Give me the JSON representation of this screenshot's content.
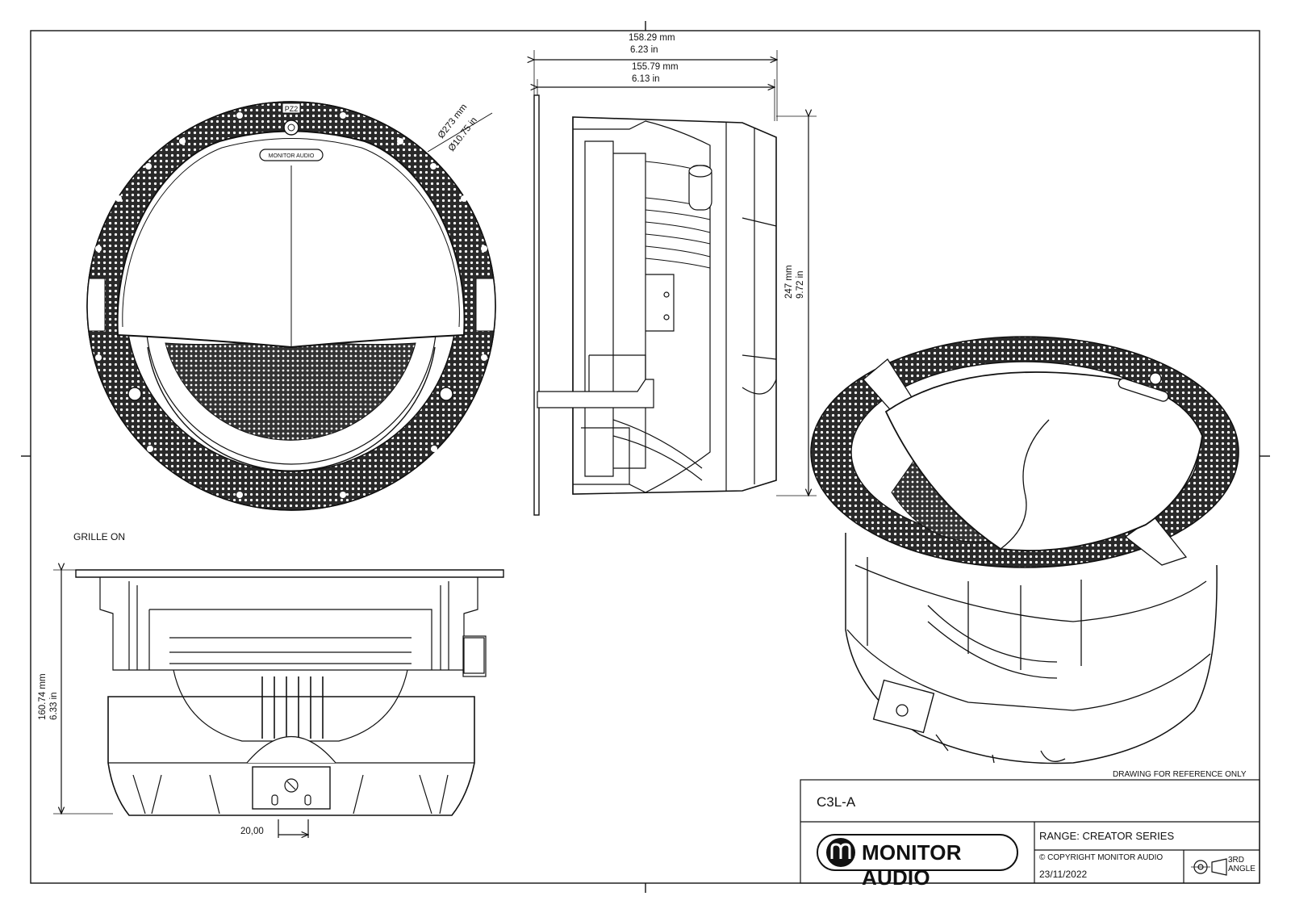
{
  "drawing": {
    "dims": {
      "outer_width_mm": "158.29 mm",
      "outer_width_in": "6.23 in",
      "inner_width_mm": "155.79 mm",
      "inner_width_in": "6.13 in",
      "diameter_mm": "Ø273 mm",
      "diameter_in": "Ø10.75 in",
      "height_mm": "247 mm",
      "height_in": "9.72 in",
      "depth_mm": "160.74 mm",
      "depth_in": "6.33 in",
      "terminal_spacing": "20,00"
    },
    "view_label": "GRILLE ON",
    "badge": "PZ2",
    "grille_logo": "MONITOR AUDIO"
  },
  "title_block": {
    "note": "DRAWING FOR REFERENCE ONLY",
    "model": "C3L-A",
    "range": "RANGE: CREATOR SERIES",
    "copyright": "© COPYRIGHT MONITOR AUDIO",
    "date": "23/11/2022",
    "angle_line1": "3RD",
    "angle_line2": "ANGLE",
    "brand": "MONITOR AUDIO"
  },
  "colors": {
    "ink": "#111111",
    "grille": "#2a2a2a",
    "paper": "#ffffff"
  }
}
